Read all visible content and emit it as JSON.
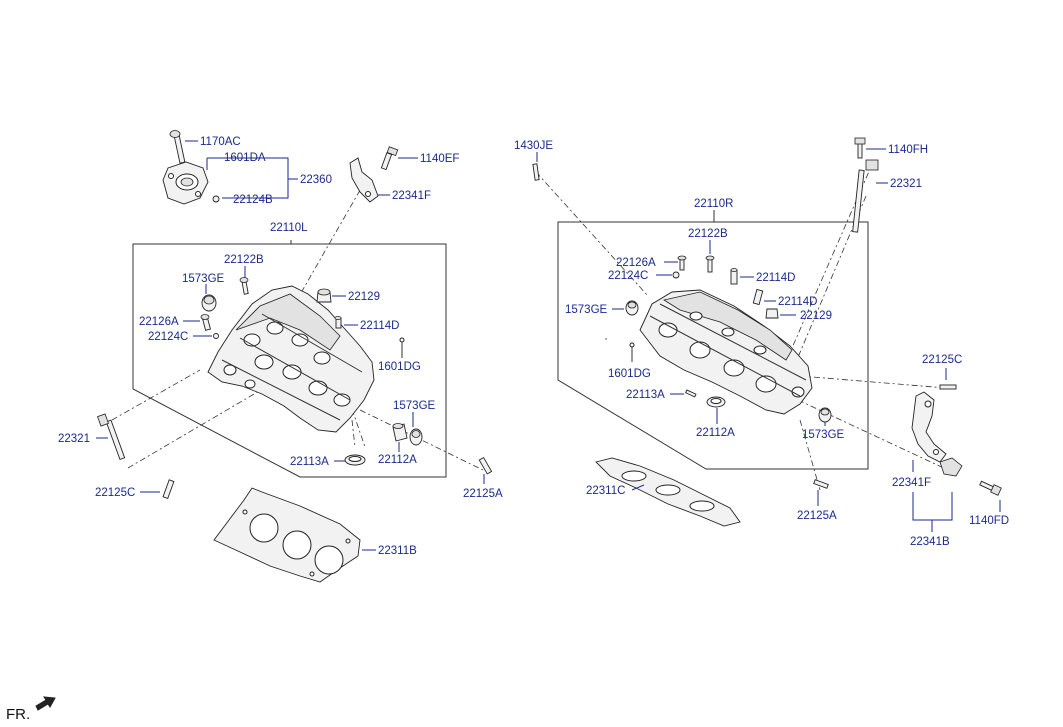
{
  "labels": {
    "l1170AC": "1170AC",
    "l1601DA": "1601DA",
    "l22360": "22360",
    "l22124B": "22124B",
    "l1140EF": "1140EF",
    "l22341F_left": "22341F",
    "l22110L": "22110L",
    "l22122B_left": "22122B",
    "l1573GE_left_top": "1573GE",
    "l22129_left": "22129",
    "l22126A_left": "22126A",
    "l22114D_left": "22114D",
    "l22124C_left": "22124C",
    "l1601DG_left": "1601DG",
    "l1573GE_left_bottom": "1573GE",
    "l22321_left": "22321",
    "l22113A_left": "22113A",
    "l22112A_left": "22112A",
    "l22125C_left": "22125C",
    "l22125A_left": "22125A",
    "l22311B": "22311B",
    "l1430JE": "1430JE",
    "l1140FH": "1140FH",
    "l22321_right": "22321",
    "l22110R": "22110R",
    "l22122B_right": "22122B",
    "l22126A_right": "22126A",
    "l22124C_right": "22124C",
    "l22114D_right_top": "22114D",
    "l22114D_right_bottom": "22114D",
    "l1573GE_right_top": "1573GE",
    "l22129_right": "22129",
    "l1601DG_right": "1601DG",
    "l22125C_right": "22125C",
    "l22113A_right": "22113A",
    "l22112A_right": "22112A",
    "l1573GE_right_bottom": "1573GE",
    "l22311C": "22311C",
    "l22341F_right": "22341F",
    "l22125A_right": "22125A",
    "l1140FD": "1140FD",
    "l22341B": "22341B",
    "fr": "FR."
  }
}
